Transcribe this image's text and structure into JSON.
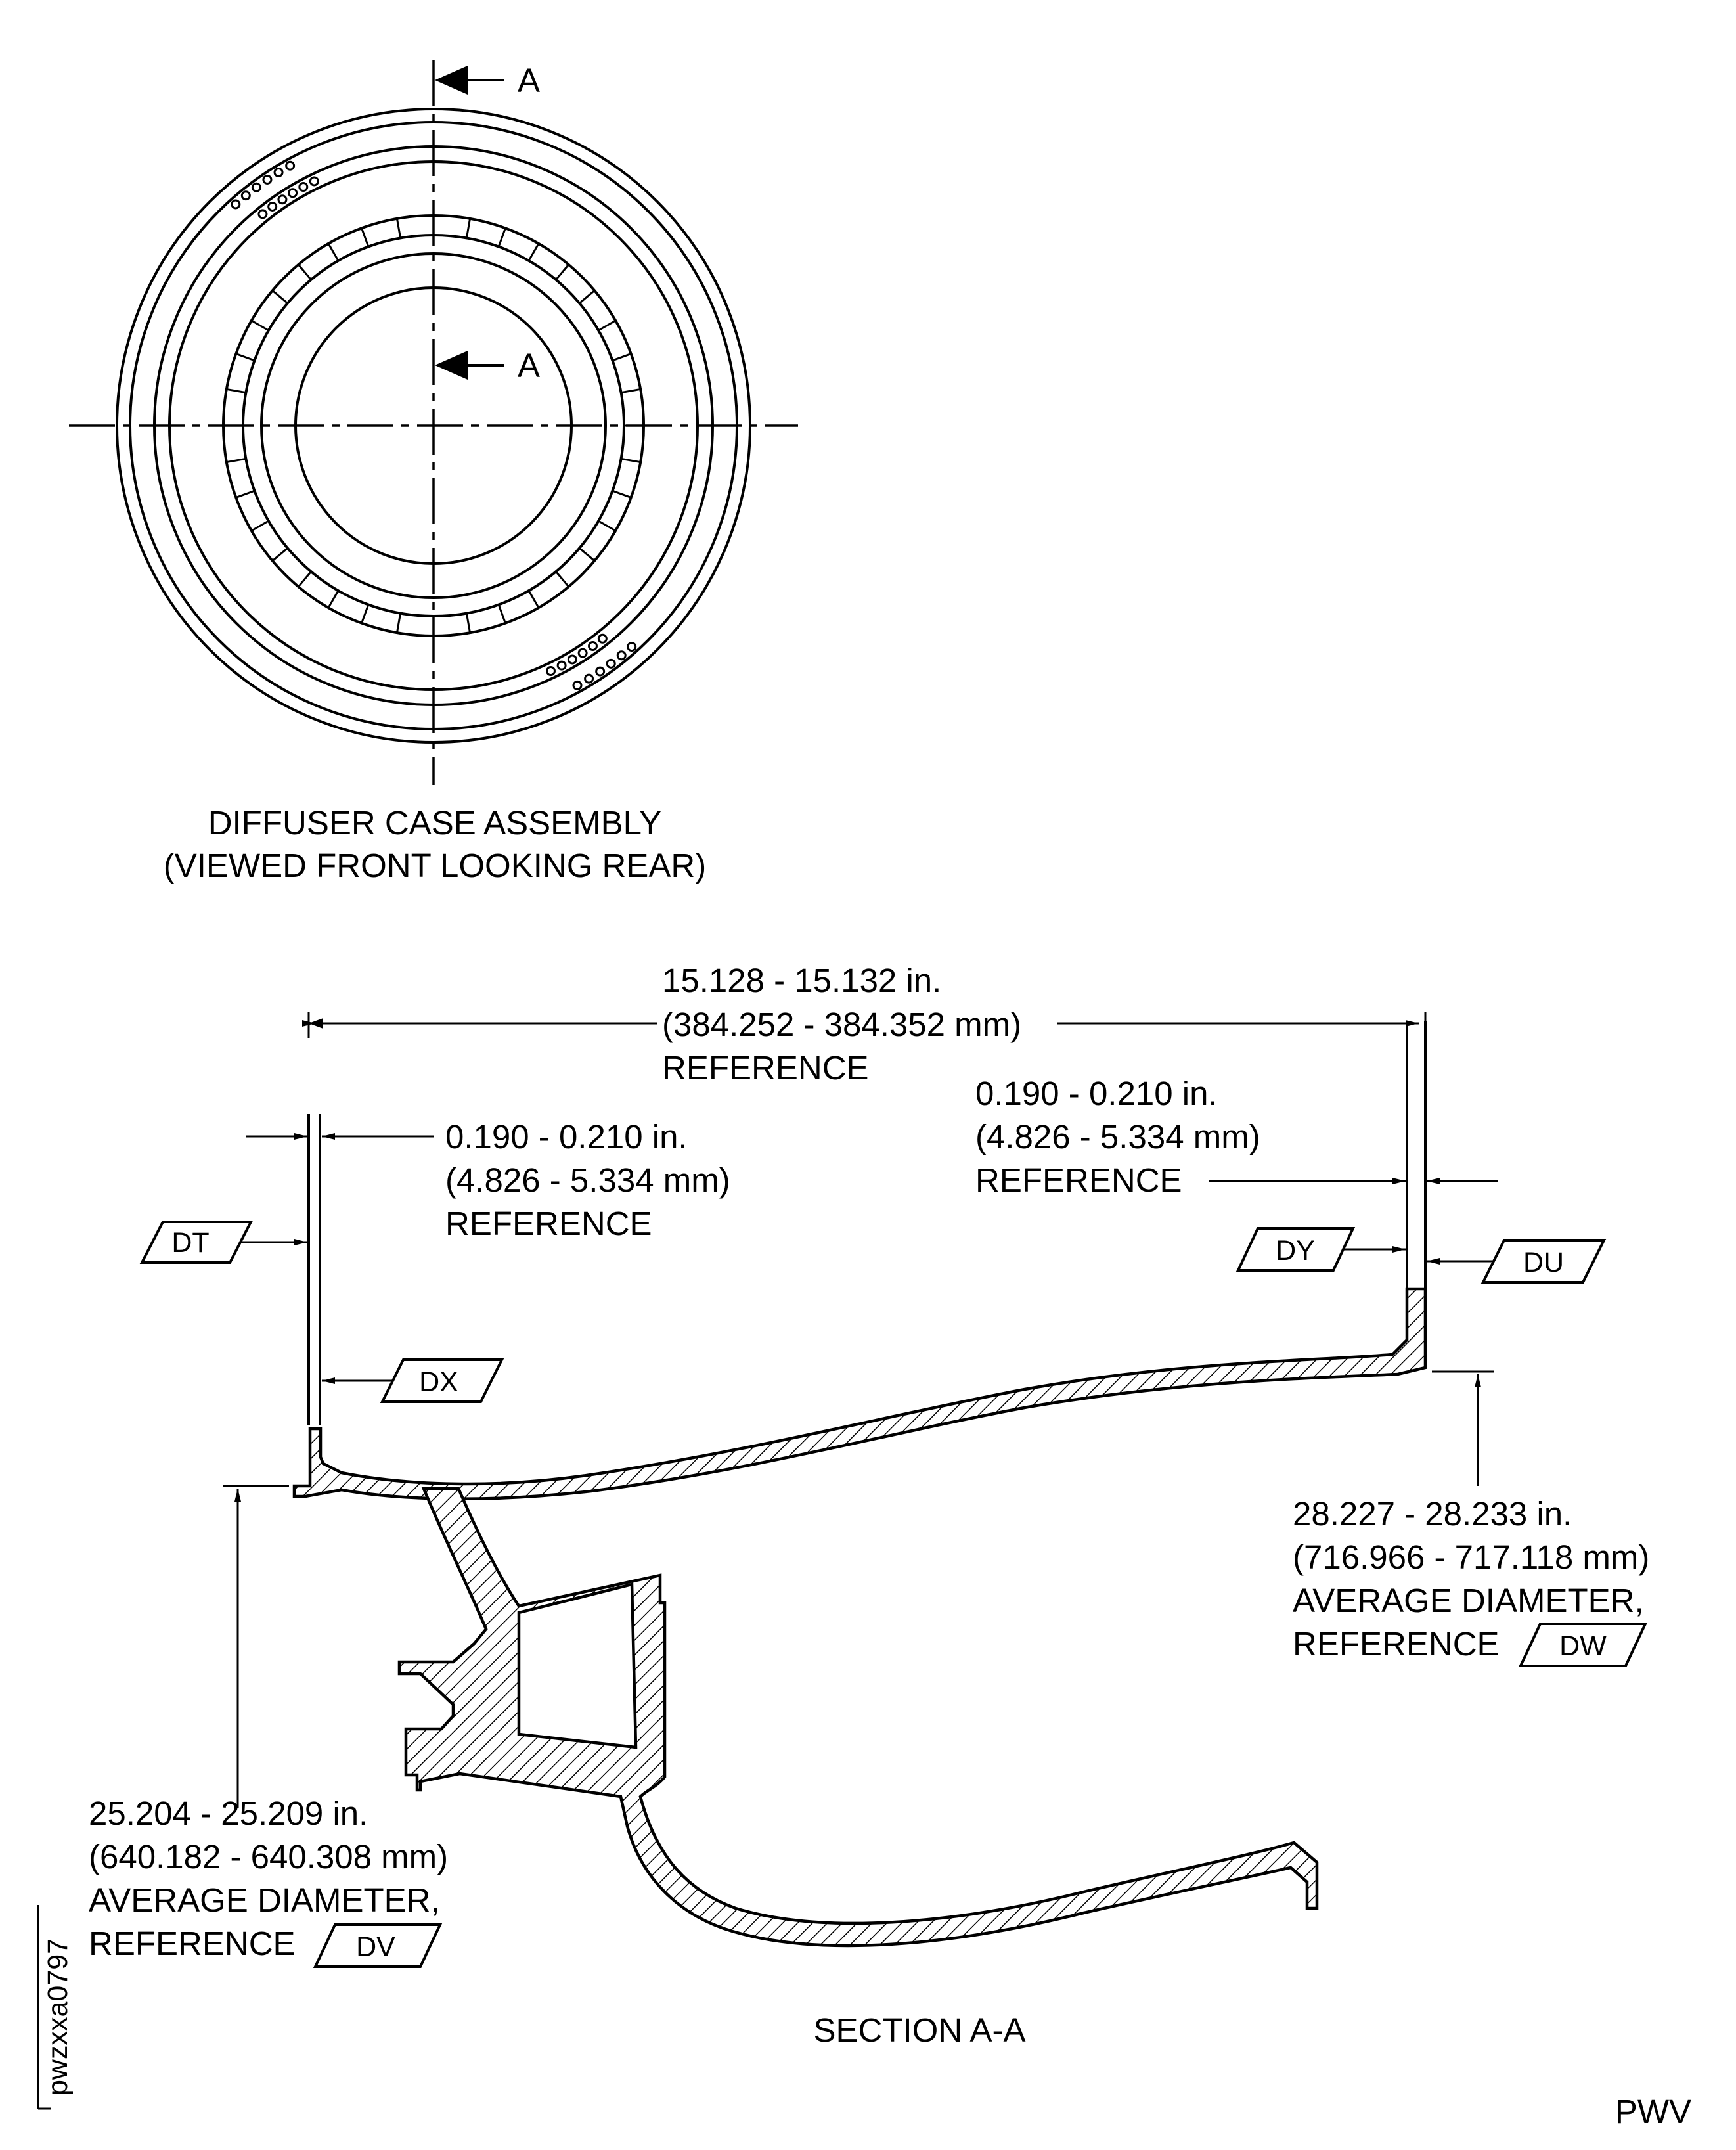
{
  "front_view": {
    "section_label_top": "A",
    "section_label_mid": "A",
    "caption_line1": "DIFFUSER CASE ASSEMBLY",
    "caption_line2": "(VIEWED FRONT LOOKING REAR)"
  },
  "section_view": {
    "overall_length": {
      "line1": "15.128 - 15.132 in.",
      "line2": "(384.252 - 384.352 mm)",
      "line3": "REFERENCE"
    },
    "front_flange_thickness": {
      "line1": "0.190 - 0.210 in.",
      "line2": "(4.826 - 5.334 mm)",
      "line3": "REFERENCE"
    },
    "rear_flange_thickness": {
      "line1": "0.190 - 0.210 in.",
      "line2": "(4.826 - 5.334 mm)",
      "line3": "REFERENCE"
    },
    "front_diameter": {
      "line1": "25.204 - 25.209 in.",
      "line2": "(640.182 - 640.308 mm)",
      "line3": "AVERAGE DIAMETER,",
      "line4": "REFERENCE"
    },
    "rear_diameter": {
      "line1": "28.227 - 28.233 in.",
      "line2": "(716.966 - 717.118 mm)",
      "line3": "AVERAGE DIAMETER,",
      "line4": "REFERENCE"
    },
    "datums": {
      "dt": "DT",
      "dx": "DX",
      "dy": "DY",
      "du": "DU",
      "dv": "DV",
      "dw": "DW"
    },
    "caption": "SECTION A-A"
  },
  "figure_id": "pwzxxa0797",
  "corner_code": "PWV"
}
